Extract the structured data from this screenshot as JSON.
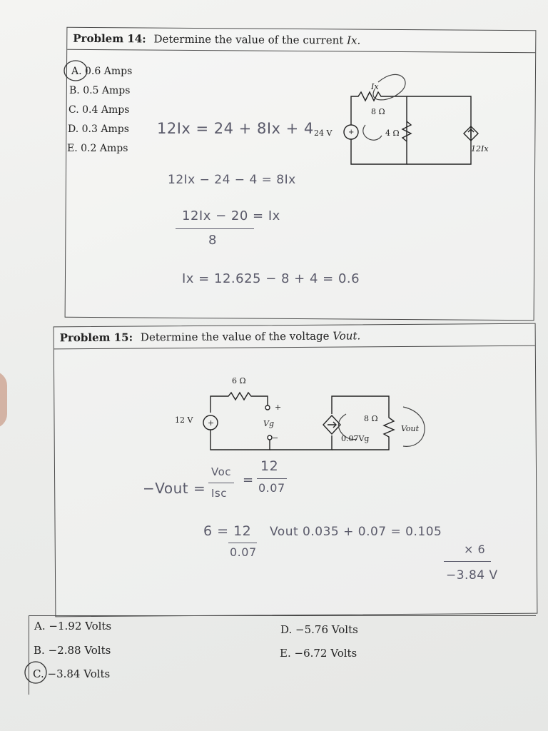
{
  "problem14": {
    "title": "Problem 14:",
    "question": "Determine the value of the current",
    "variable": "Ix.",
    "options": [
      {
        "letter": "A.",
        "text": "0.6 Amps",
        "circled": true
      },
      {
        "letter": "B.",
        "text": "0.5 Amps",
        "circled": false
      },
      {
        "letter": "C.",
        "text": "0.4 Amps",
        "circled": false
      },
      {
        "letter": "D.",
        "text": "0.3 Amps",
        "circled": false
      },
      {
        "letter": "E.",
        "text": "0.2 Amps",
        "circled": false
      }
    ],
    "circuit_labels": {
      "ix": "Ix",
      "r1": "8 Ω",
      "r2": "4 Ω",
      "source": "24 V",
      "dep": "12Ix"
    },
    "work": [
      "12Ix = 24 + 8Ix + 4",
      "12Ix − 24 − 4 = 8Ix",
      "12Ix − 20 = Ix",
      "8",
      "Ix = 12.625 − 8 + 4 = 0.6"
    ]
  },
  "problem15": {
    "title": "Problem 15:",
    "question": "Determine the value of the voltage",
    "variable": "Vout.",
    "circuit_labels": {
      "r1": "6 Ω",
      "source": "12 V",
      "vg": "Vg",
      "plus": "+",
      "minus": "−",
      "r2": "8 Ω",
      "dep": "0.07Vg",
      "vout": "Vout"
    },
    "work": [
      "−Vout =",
      "Voc",
      "Isc",
      "=",
      "12",
      "0.07",
      "6 = 12",
      "0.07",
      "Vout   0.035 + 0.07 = 0.105",
      "× 6",
      "−3.84 V"
    ],
    "options": [
      {
        "letter": "A.",
        "text": "−1.92 Volts",
        "circled": false
      },
      {
        "letter": "B.",
        "text": "−2.88 Volts",
        "circled": false
      },
      {
        "letter": "C.",
        "text": "−3.84 Volts",
        "circled": true
      },
      {
        "letter": "D.",
        "text": "−5.76 Volts",
        "circled": false
      },
      {
        "letter": "E.",
        "text": "−6.72 Volts",
        "circled": false
      }
    ]
  }
}
